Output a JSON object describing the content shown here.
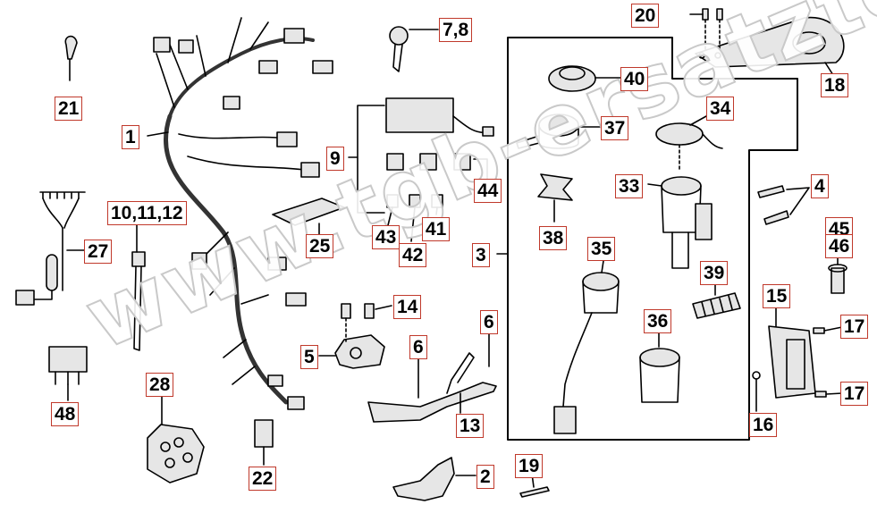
{
  "watermark": "www.tgb-ersatzteile.de",
  "callouts": {
    "c1": "1",
    "c2": "2",
    "c3": "3",
    "c4": "4",
    "c5": "5",
    "c6a": "6",
    "c6b": "6",
    "c78": "7,8",
    "c9": "9",
    "c101112": "10,11,12",
    "c13": "13",
    "c14": "14",
    "c15": "15",
    "c16": "16",
    "c17a": "17",
    "c17b": "17",
    "c18": "18",
    "c19": "19",
    "c20": "20",
    "c21": "21",
    "c22": "22",
    "c25": "25",
    "c27": "27",
    "c28": "28",
    "c33": "33",
    "c34": "34",
    "c35": "35",
    "c36": "36",
    "c37": "37",
    "c38": "38",
    "c39": "39",
    "c40": "40",
    "c41": "41",
    "c42": "42",
    "c43": "43",
    "c44": "44",
    "c45": "45",
    "c46": "46",
    "c48": "48"
  },
  "colors": {
    "label_border": "#c0392b",
    "line": "#000000",
    "part_fill": "#e6e6e6",
    "watermark_stroke": "#c9c9c9"
  }
}
